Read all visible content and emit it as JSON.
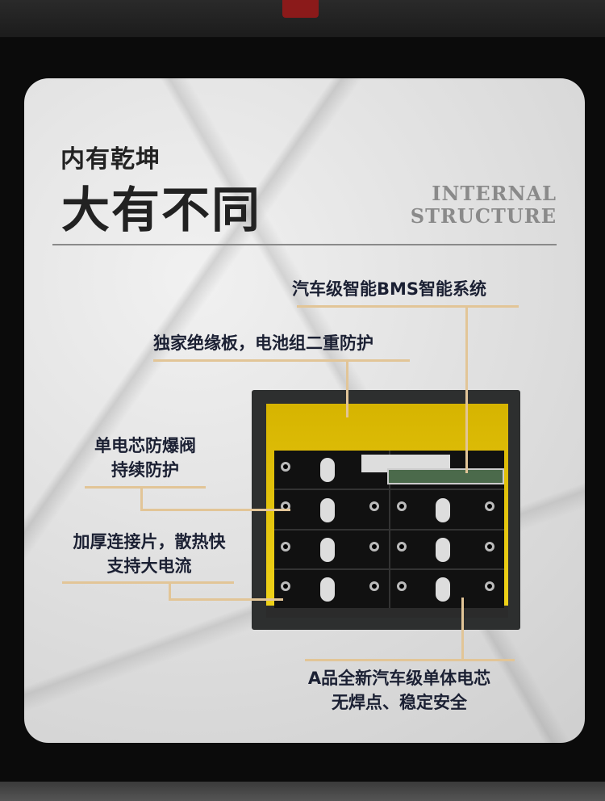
{
  "heading": {
    "line1": "内有乾坤",
    "line2": "大有不同",
    "en_line1": "INTERNAL",
    "en_line2": "STRUCTURE"
  },
  "callouts": {
    "bms": "汽车级智能BMS智能系统",
    "insulation": "独家绝缘板，电池组二重防护",
    "valve_line1": "单电芯防爆阀",
    "valve_line2": "持续防护",
    "connector_line1": "加厚连接片，散热快",
    "connector_line2": "支持大电流",
    "cell_line1": "A品全新汽车级单体电芯",
    "cell_line2": "无焊点、稳定安全"
  },
  "colors": {
    "accent_line": "#e2c597",
    "label_text": "#1b2033"
  }
}
